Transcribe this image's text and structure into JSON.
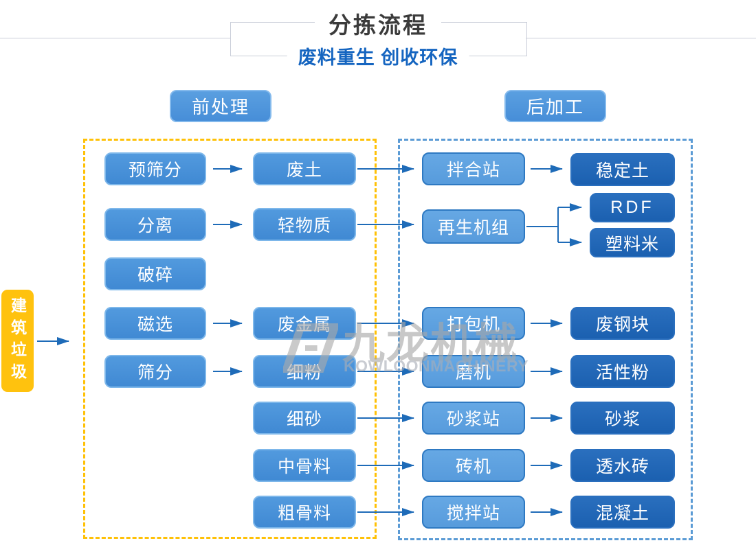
{
  "title": {
    "text": "分拣流程",
    "subtitle": "废料重生 创收环保"
  },
  "headers": {
    "pre": "前处理",
    "post": "后加工"
  },
  "source": "建筑垃圾",
  "flow": {
    "pre_steps": [
      "预筛分",
      "分离",
      "破碎",
      "磁选",
      "筛分"
    ],
    "materials": [
      "废土",
      "轻物质",
      "废金属",
      "细粉",
      "细砂",
      "中骨料",
      "粗骨料"
    ],
    "machines": [
      "拌合站",
      "再生机组",
      "打包机",
      "磨机",
      "砂浆站",
      "砖机",
      "搅拌站"
    ],
    "products": [
      "稳定土",
      "RDF",
      "塑料米",
      "废钢块",
      "活性粉",
      "砂浆",
      "透水砖",
      "混凝土"
    ]
  },
  "watermark": {
    "cn": "九龙机械",
    "en": "KOWLOONMACHINERY"
  },
  "colors": {
    "node_blue": "#478ED8",
    "machine_blue": "#5C9FDE",
    "product_blue": "#1E65B6",
    "source_yellow": "#FFC20E",
    "arrow_blue": "#1E6BB8",
    "pre_dash_yellow": "#FFC107",
    "post_dash_blue": "#5B9BD5",
    "subtitle_blue": "#1565C0"
  }
}
